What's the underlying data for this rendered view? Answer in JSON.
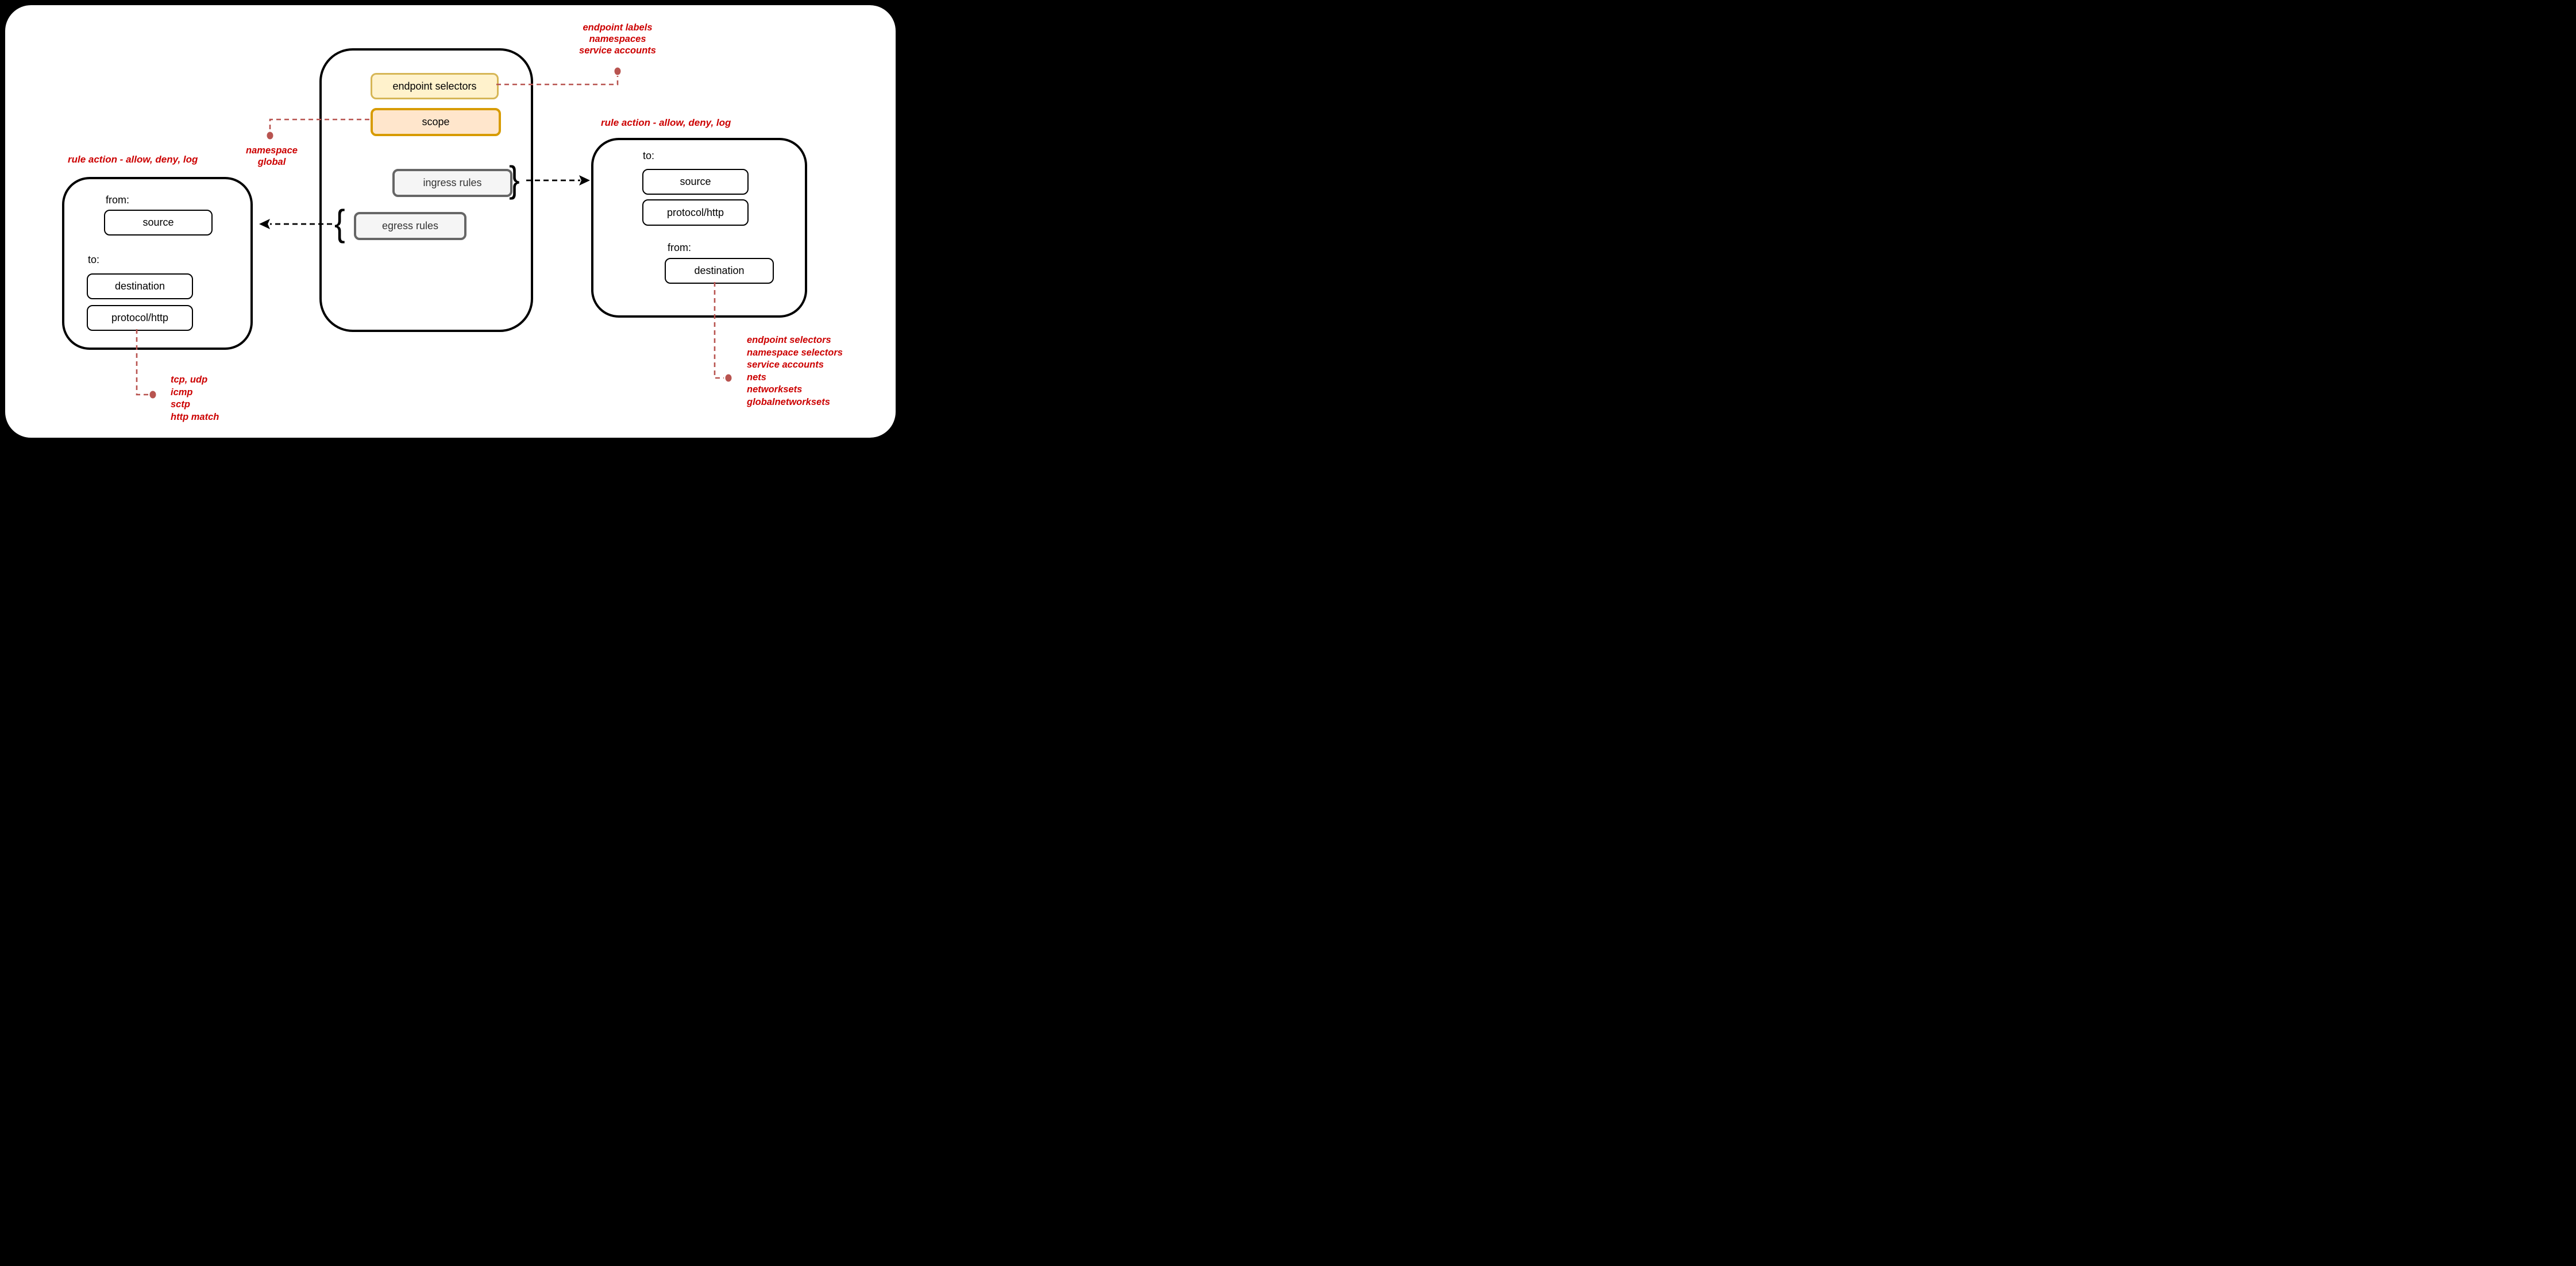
{
  "policy_box": {
    "endpoint_selectors_label": "endpoint selectors",
    "scope_label": "scope",
    "ingress_label": "ingress rules",
    "egress_label": "egress rules"
  },
  "left_rule_box": {
    "title": "rule action - allow, deny, log",
    "from_label": "from:",
    "source_label": "source",
    "to_label": "to:",
    "destination_label": "destination",
    "protocol_label": "protocol/http"
  },
  "right_rule_box": {
    "title": "rule action - allow, deny, log",
    "to_label": "to:",
    "source_label": "source",
    "protocol_label": "protocol/http",
    "from_label": "from:",
    "destination_label": "destination"
  },
  "annotations": {
    "endpoint_note": [
      "endpoint labels",
      "namespaces",
      "service accounts"
    ],
    "scope_note": [
      "namespace",
      "global"
    ],
    "protocol_note": [
      "tcp, udp",
      "icmp",
      "sctp",
      "http match"
    ],
    "destination_note": [
      "endpoint selectors",
      "namespace selectors",
      "service accounts",
      "nets",
      "networksets",
      "globalnetworksets"
    ]
  },
  "glyphs": {
    "open_brace": "{",
    "close_brace": "}"
  },
  "colors": {
    "annotation_red": "#CC0000",
    "connector_red": "#B85450",
    "yellow_fill": "#FFF2CC",
    "yellow_border": "#D6B656",
    "orange_fill": "#FFE6CC",
    "orange_border": "#D79B00",
    "gray_fill": "#F5F5F5",
    "gray_border": "#666666",
    "line_black": "#000000",
    "background": "#FFFFFF"
  }
}
